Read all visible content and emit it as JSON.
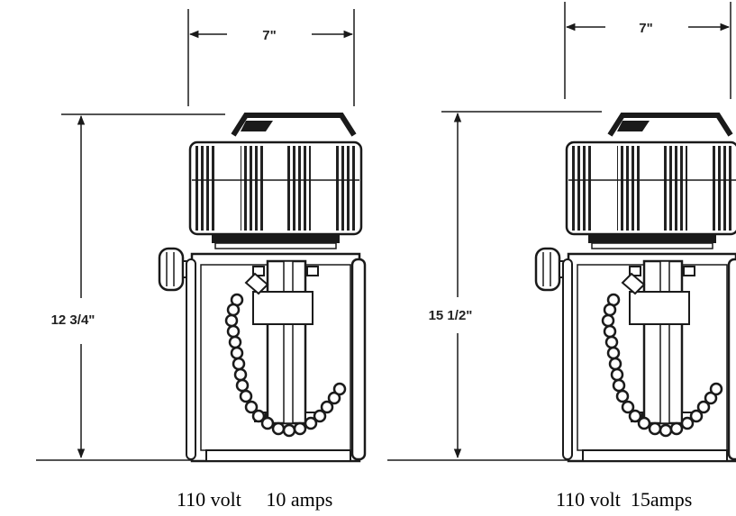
{
  "colors": {
    "ink": "#1a1a1a",
    "paper": "#ffffff"
  },
  "units": [
    {
      "width_label": "7\"",
      "height_label": "12 3/4\"",
      "caption_volt": "110 volt",
      "caption_amps": "10 amps"
    },
    {
      "width_label": "7\"",
      "height_label": "15 1/2\"",
      "caption_volt": "110 volt",
      "caption_amps": "15amps"
    }
  ]
}
